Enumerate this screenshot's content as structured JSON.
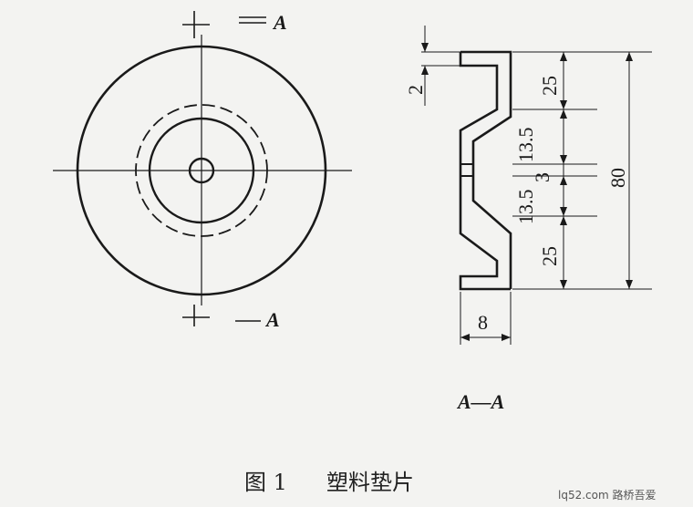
{
  "section_marks": {
    "top": "A",
    "bottom": "A",
    "view": "A—A"
  },
  "dimensions": {
    "flange_thickness": "2",
    "top_step": "25",
    "upper_taper": "13.5",
    "center_hole": "3",
    "lower_taper": "13.5",
    "bottom_step": "25",
    "total_height": "80",
    "width": "8"
  },
  "caption": {
    "figure": "图 1",
    "title": "塑料垫片"
  },
  "watermark": "lq52.com 路桥吾爱"
}
